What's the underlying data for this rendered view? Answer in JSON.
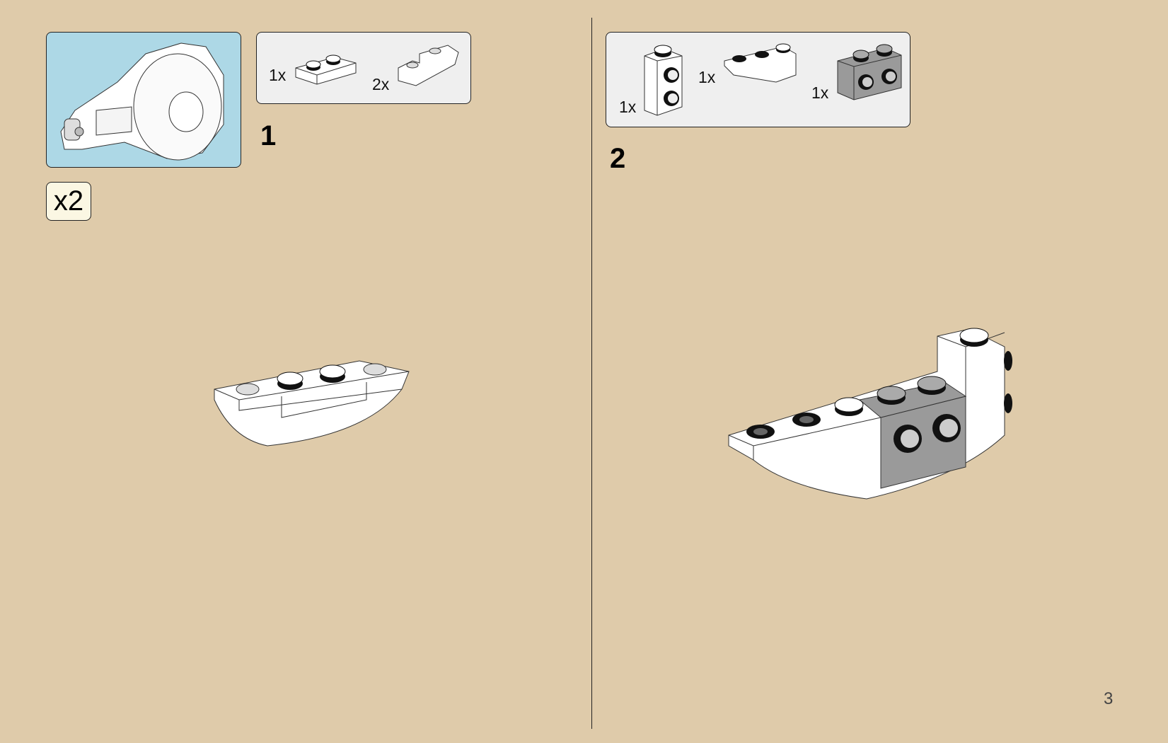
{
  "page_number": "3",
  "left_page": {
    "step_number": "1",
    "submodel_multiplier": "x2",
    "parts": [
      {
        "quantity": "1x",
        "part": "plate-1x2"
      },
      {
        "quantity": "2x",
        "part": "inverted-slope-1x2-white"
      }
    ]
  },
  "right_page": {
    "step_number": "2",
    "parts": [
      {
        "quantity": "1x",
        "part": "brick-1x1-studs-on-side-white"
      },
      {
        "quantity": "1x",
        "part": "inverted-slope-1x3-white"
      },
      {
        "quantity": "1x",
        "part": "brick-1x2-studs-on-side-grey"
      }
    ]
  },
  "colors": {
    "background": "#dfcbaa",
    "submodel_bg": "#add8e6",
    "parts_bg": "#efefef",
    "grey_brick": "#9a9a9a"
  }
}
